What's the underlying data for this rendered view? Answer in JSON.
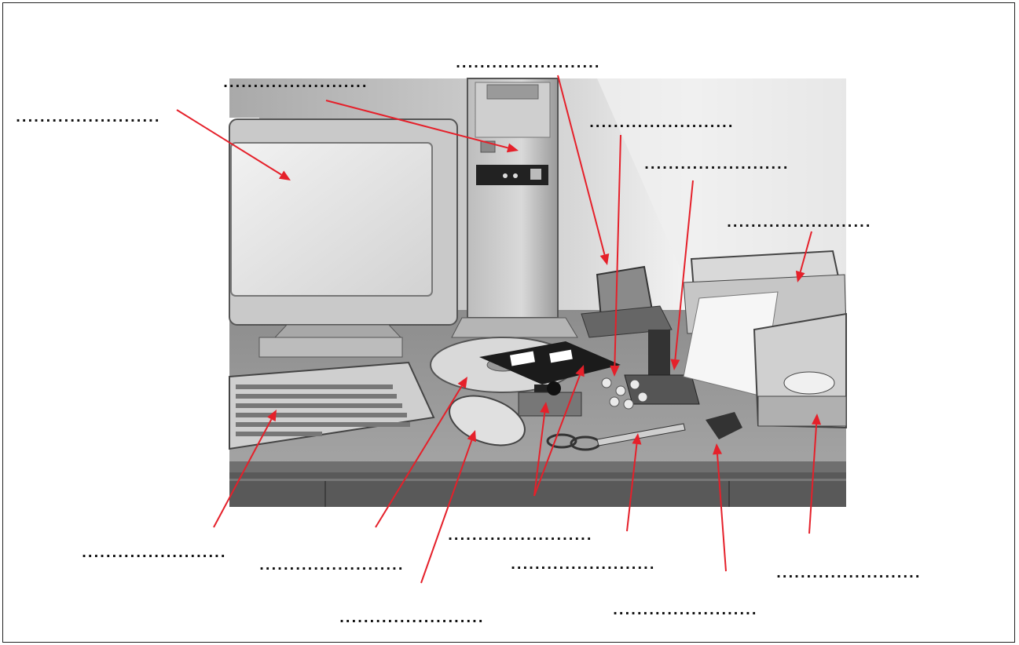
{
  "worksheet": {
    "label_placeholder": "........................"
  },
  "labels": [
    {
      "id": "monitor-label"
    },
    {
      "id": "tower-label"
    },
    {
      "id": "top-center-label"
    },
    {
      "id": "upper-right-label"
    },
    {
      "id": "mid-right-label"
    },
    {
      "id": "printer-label"
    },
    {
      "id": "keyboard-label"
    },
    {
      "id": "cd-label"
    },
    {
      "id": "floppy-label"
    },
    {
      "id": "mouse-label"
    },
    {
      "id": "pen-label"
    },
    {
      "id": "sharpener-label"
    },
    {
      "id": "tape-label"
    },
    {
      "id": "scissors-label"
    }
  ],
  "colors": {
    "arrow": "#e5202a",
    "desk": "#8c8c8c",
    "background": "#ffffff"
  }
}
